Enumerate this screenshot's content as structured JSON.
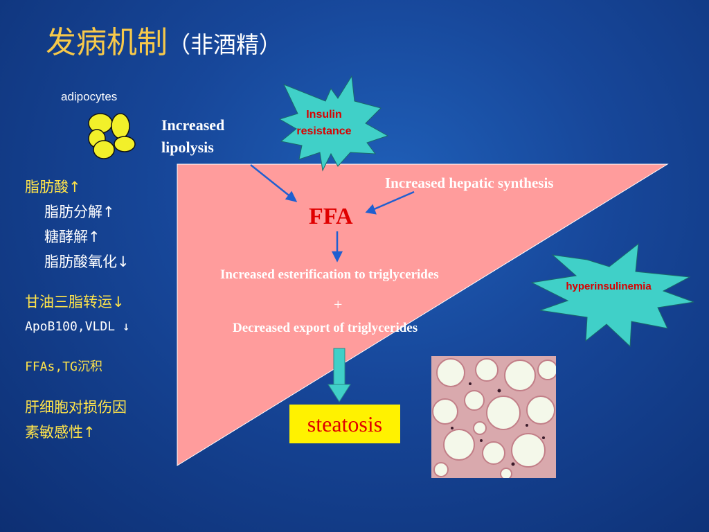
{
  "title": {
    "main": "发病机制",
    "sub": "（非酒精）"
  },
  "adipocytes_label": "adipocytes",
  "lipolysis_label": "Increased lipolysis",
  "insulin_resistance": {
    "line1": "Insulin",
    "line2": "resistance"
  },
  "hepatic_synthesis": "Increased hepatic synthesis",
  "ffa": "FFA",
  "esterification": "Increased esterification to triglycerides",
  "plus": "+",
  "decreased_export": "Decreased export of triglycerides",
  "hyperinsulinemia": "hyperinsulinemia",
  "steatosis": "steatosis",
  "left_list": {
    "item1": "脂肪酸↑",
    "item1a": "脂肪分解↑",
    "item1b": "糖酵解↑",
    "item1c": "脂肪酸氧化↓",
    "item2": "甘油三脂转运↓",
    "item2a": "ApoB100,VLDL ↓",
    "item3": "FFAs,TG沉积",
    "item4a": "肝细胞对损伤因",
    "item4b": "素敏感性↑"
  },
  "colors": {
    "title": "#f7c94a",
    "liver": "#ff9c9c",
    "star": "#40d0c8",
    "highlight": "#fff200",
    "ffa": "#e00000",
    "arrow": "#1f5fd0"
  }
}
